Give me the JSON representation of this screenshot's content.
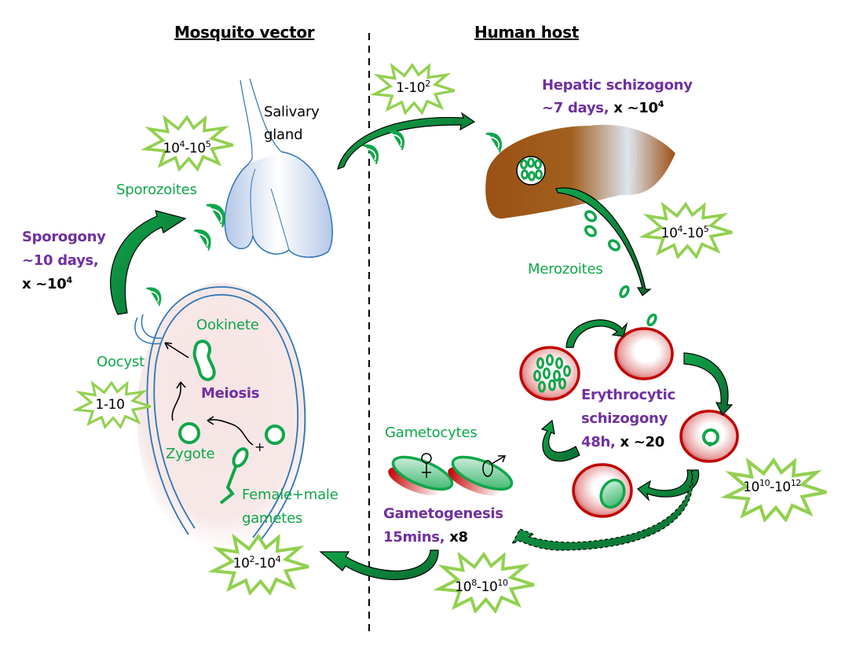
{
  "headings": {
    "mosquito": "Mosquito vector",
    "human": "Human host"
  },
  "labels": {
    "salivary_gland_1": "Salivary",
    "salivary_gland_2": "gland",
    "sporozoites": "Sporozoites",
    "oocyst": "Oocyst",
    "ookinete": "Ookinete",
    "zygote": "Zygote",
    "gametes_1": "Female+male",
    "gametes_2": "gametes",
    "gametocytes": "Gametocytes",
    "merozoites": "Merozoites",
    "plus_sign": "+"
  },
  "stages": {
    "sporogony": {
      "name": "Sporogony",
      "duration": "~10 days,",
      "multiplier_prefix": "x ~10",
      "multiplier_exp": "4"
    },
    "meiosis": {
      "name": "Meiosis"
    },
    "hepatic": {
      "name": "Hepatic schizogony",
      "duration": "~7 days,",
      "multiplier_prefix": "x ~10",
      "multiplier_exp": "4"
    },
    "erythrocytic": {
      "name_1": "Erythrocytic",
      "name_2": "schizogony",
      "duration": "48h,",
      "multiplier": "x ~20"
    },
    "gametogenesis": {
      "name": "Gametogenesis",
      "duration": "15mins,",
      "multiplier": "x8"
    }
  },
  "bursts": [
    {
      "id": "salivary",
      "base1": "10",
      "exp1": "4",
      "sep": "-",
      "base2": "10",
      "exp2": "5"
    },
    {
      "id": "transmission",
      "base1": "1-10",
      "exp1": "2",
      "sep": "",
      "base2": "",
      "exp2": ""
    },
    {
      "id": "merozoites",
      "base1": "10",
      "exp1": "4",
      "sep": "-",
      "base2": "10",
      "exp2": "5"
    },
    {
      "id": "oocyst",
      "base1": "1-10",
      "exp1": "",
      "sep": "",
      "base2": "",
      "exp2": ""
    },
    {
      "id": "blood",
      "base1": "10",
      "exp1": "10",
      "sep": "-",
      "base2": "10",
      "exp2": "12"
    },
    {
      "id": "gametocytes",
      "base1": "10",
      "exp1": "8",
      "sep": "-",
      "base2": "10",
      "exp2": "10"
    },
    {
      "id": "gametes",
      "base1": "10",
      "exp1": "2",
      "sep": "-",
      "base2": "10",
      "exp2": "4"
    }
  ],
  "colors": {
    "parasite_green": "#10a64a",
    "arrow_green": "#168a42",
    "burst_green": "#92d050",
    "stage_purple": "#7030a0",
    "rbc_red": "#c00000",
    "liver_brown": "#9c5014",
    "gland_blue": "#2e75b6",
    "midgut_pink": "#f6e6e6"
  }
}
